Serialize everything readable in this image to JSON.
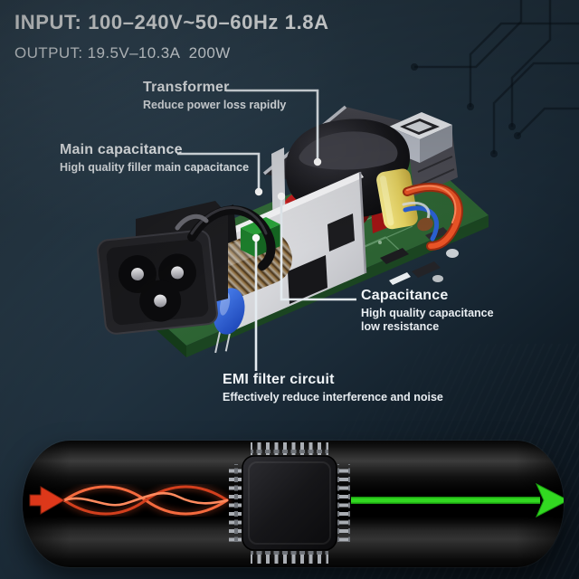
{
  "header": {
    "input_line": "INPUT: 100–240V~50–60Hz 1.8A",
    "output_line": "OUTPUT: 19.5V–10.3A  200W"
  },
  "callouts": {
    "transformer": {
      "title": "Transformer",
      "desc": "Reduce power loss rapidly"
    },
    "main_capacitance": {
      "title": "Main capacitance",
      "desc": "High quality filler main capacitance"
    },
    "capacitance": {
      "title": "Capacitance",
      "desc": "High quality capacitance\nlow resistance"
    },
    "emi": {
      "title": "EMI filter circuit",
      "desc": "Effectively reduce interference and noise"
    }
  },
  "graphics": {
    "board": "power-adapter-internal-pcb",
    "input_arrow": "red-noisy-input-arrow",
    "input_signal": "tangled-red-interference-waves",
    "chip": "emi-filter-chip",
    "output_signal": "straight-green-clean-line",
    "output_arrow": "green-clean-output-arrow"
  },
  "colors": {
    "background_top": "#2e4150",
    "background_bottom": "#0a121a",
    "text": "#eef3f6",
    "leader_line": "#e4ebf0",
    "pcb_green": "#2f6f35",
    "noise_red": "#e8491f",
    "clean_green": "#2fd41f",
    "cable_black": "#0a0a0a"
  }
}
